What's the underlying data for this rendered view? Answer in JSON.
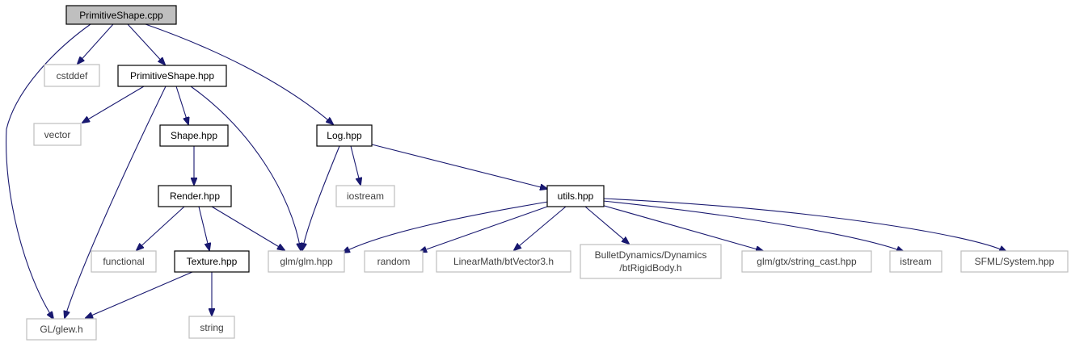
{
  "nodes": {
    "primitiveshape_cpp": "PrimitiveShape.cpp",
    "cstddef": "cstddef",
    "primitiveshape_hpp": "PrimitiveShape.hpp",
    "log_hpp": "Log.hpp",
    "vector": "vector",
    "shape_hpp": "Shape.hpp",
    "render_hpp": "Render.hpp",
    "iostream": "iostream",
    "utils_hpp": "utils.hpp",
    "functional": "functional",
    "texture_hpp": "Texture.hpp",
    "glm_hpp": "glm/glm.hpp",
    "random": "random",
    "btvector3": "LinearMath/btVector3.h",
    "btrigidbody_line1": "BulletDynamics/Dynamics",
    "btrigidbody_line2": "/btRigidBody.h",
    "string_cast": "glm/gtx/string_cast.hpp",
    "istream": "istream",
    "sfml_system": "SFML/System.hpp",
    "glew": "GL/glew.h",
    "string": "string"
  },
  "colors": {
    "edge": "#191970",
    "root_fill": "#bfbfbf",
    "external_border": "#bfbfbf",
    "internal_border": "#000000"
  }
}
